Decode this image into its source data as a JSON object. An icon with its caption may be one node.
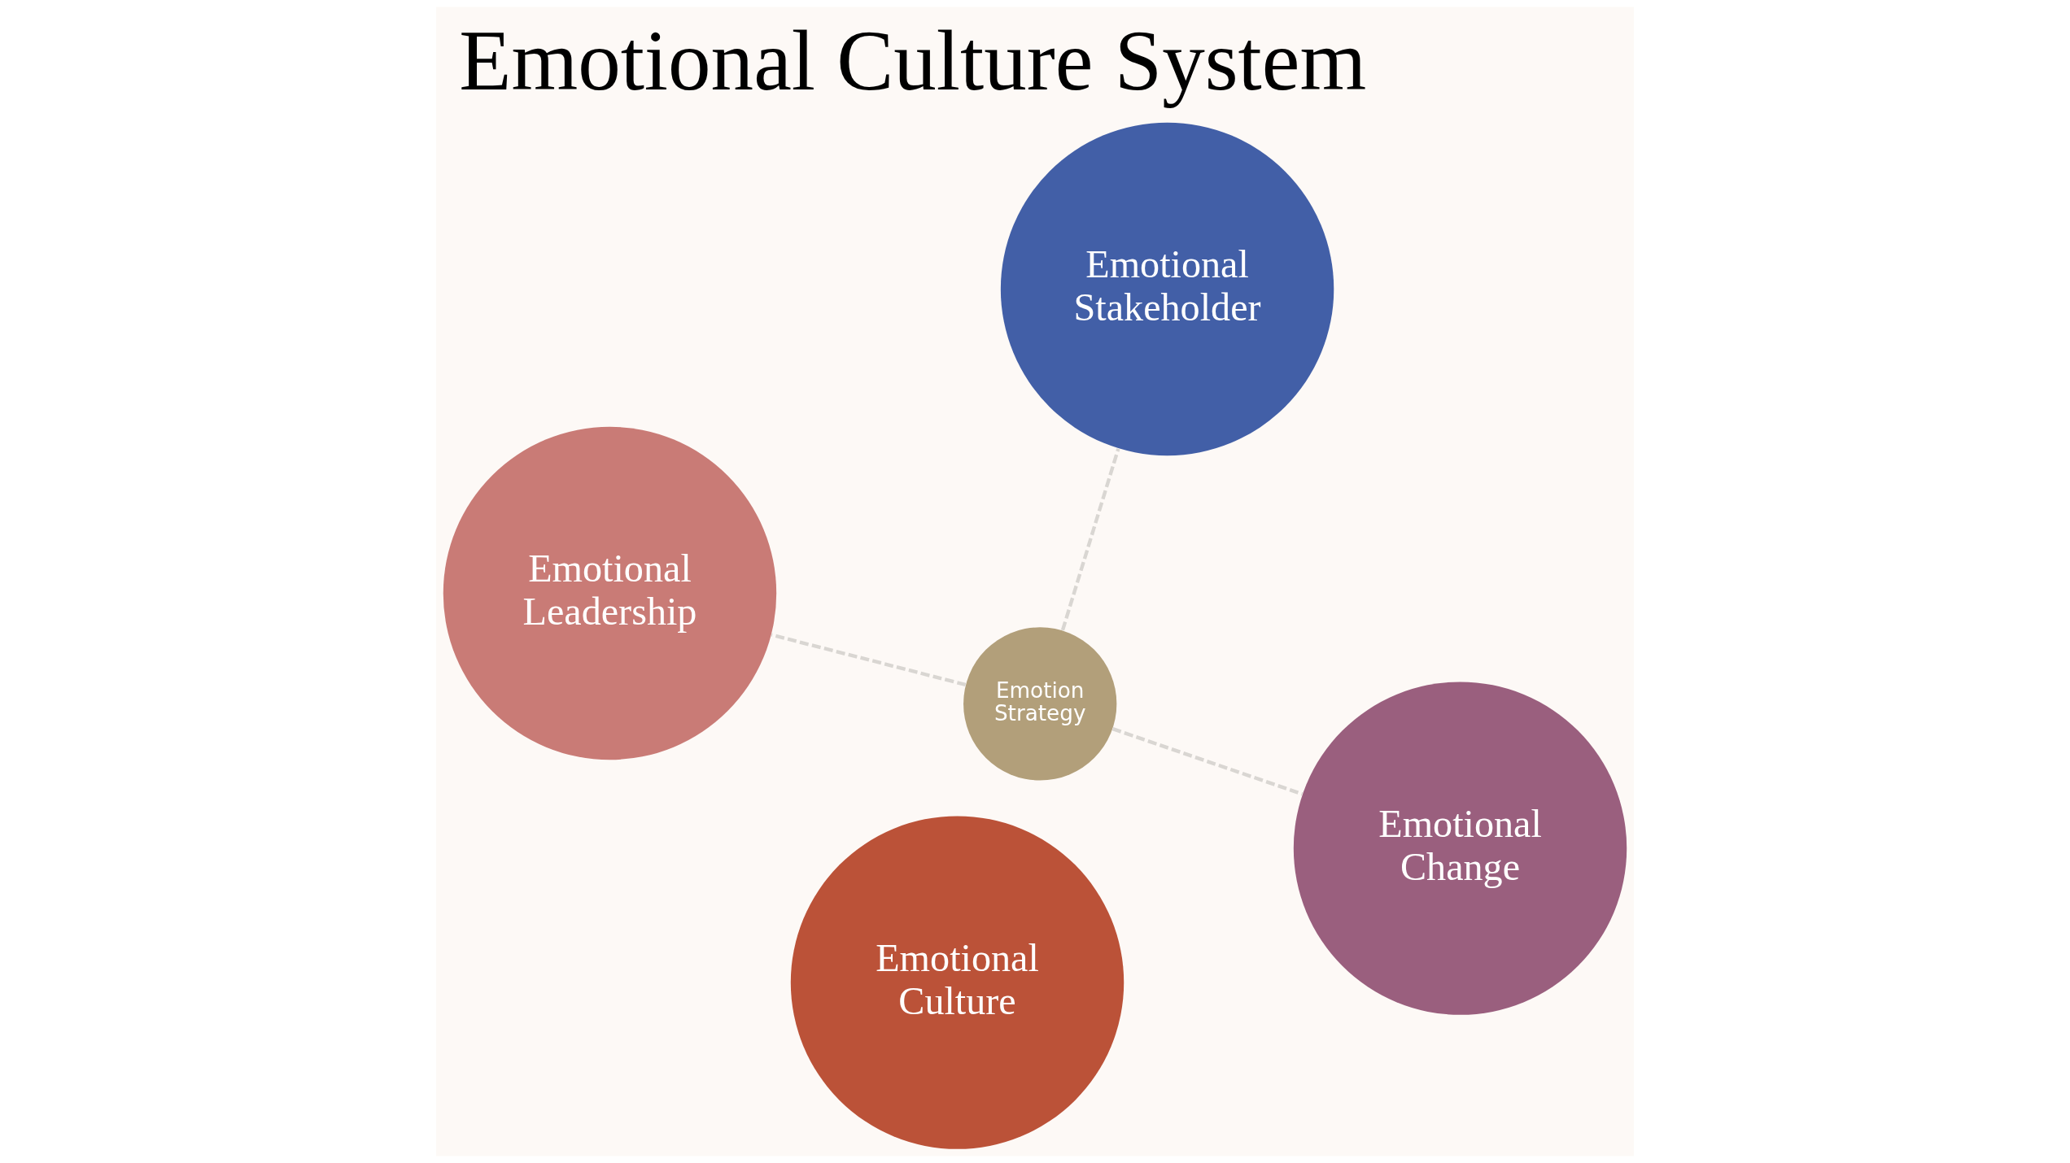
{
  "diagram": {
    "title": "Emotional Culture System",
    "nodes": [
      {
        "text": [
          "Emotional Leadership"
        ]
      },
      {
        "text": [
          "Emotional Change"
        ]
      },
      {
        "text": [
          "Emotional Culture"
        ]
      },
      {
        "text": [
          "Emotion Strategy"
        ]
      },
      {
        "text": [
          "Emotional Stakeholder"
        ]
      }
    ],
    "edges": [
      {
        "from": 3,
        "to": 0,
        "arrow": "none",
        "style": "dashed"
      },
      {
        "from": 3,
        "to": 1,
        "arrow": "none",
        "style": "dashed"
      },
      {
        "from": 3,
        "to": 4,
        "arrow": "none",
        "style": "dashed"
      }
    ]
  }
}
